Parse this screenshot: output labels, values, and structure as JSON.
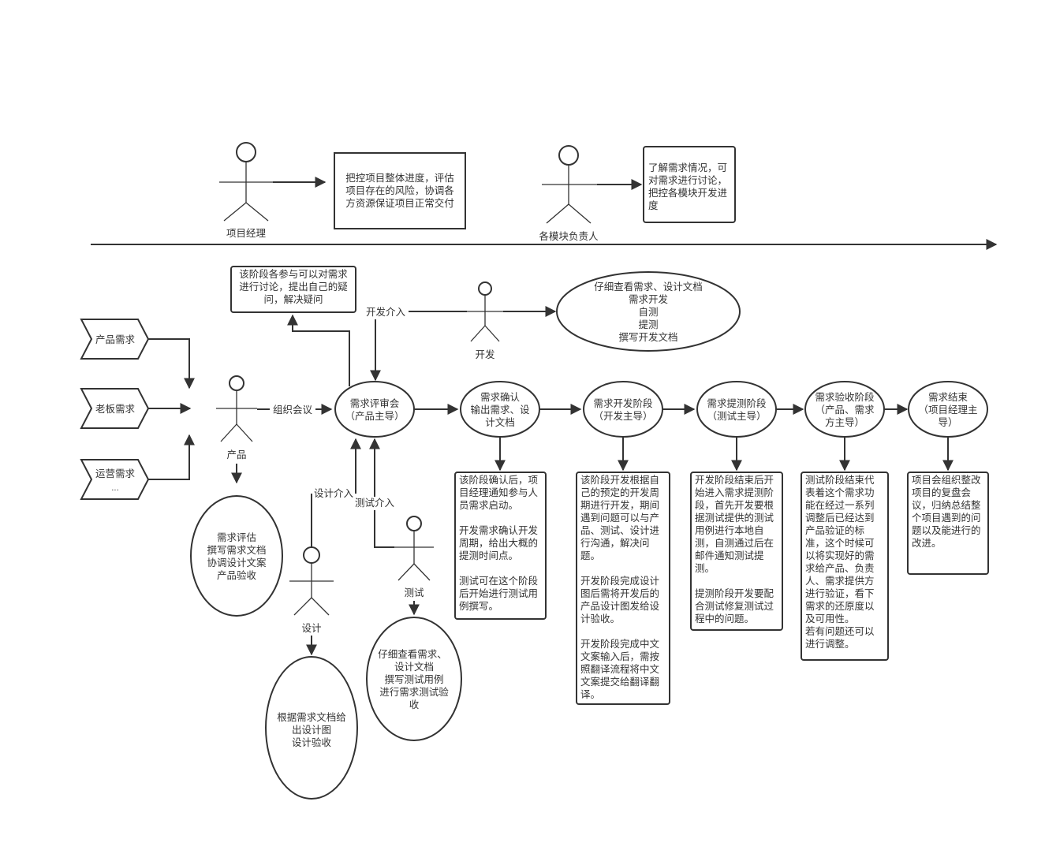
{
  "actors": {
    "pm": "项目经理",
    "module_leads": "各模块负责人",
    "dev": "开发",
    "product": "产品",
    "design": "设计",
    "test": "测试"
  },
  "top_notes": {
    "pm_note": [
      "把控项目整体进度，评估",
      "项目存在的风险，协调各",
      "方资源保证项目正常交付"
    ],
    "leads_note": [
      "了解需求情况，可",
      "对需求进行讨论，",
      "把控各模块开发进",
      "度"
    ]
  },
  "sources": {
    "product_req": "产品需求",
    "boss_req": "老板需求",
    "ops_req": [
      "运营需求",
      "..."
    ]
  },
  "connectors": {
    "organize_meeting": "组织会议",
    "dev_join": "开发介入",
    "design_join": "设计介入",
    "test_join": "测试介入"
  },
  "review_note": [
    "该阶段各参与可以对需求",
    "进行讨论，提出自己的疑",
    "问，解决疑问"
  ],
  "dev_ellipse": [
    "仔细查看需求、设计文档",
    "需求开发",
    "自测",
    "提测",
    "撰写开发文档"
  ],
  "product_ellipse": [
    "需求评估",
    "撰写需求文档",
    "协调设计文案",
    "产品验收"
  ],
  "design_ellipse": [
    "根据需求文档给",
    "出设计图",
    "设计验收"
  ],
  "test_ellipse": [
    "仔细查看需求、",
    "设计文档",
    "撰写测试用例",
    "进行需求测试验",
    "收"
  ],
  "stages": [
    {
      "label": [
        "需求评审会",
        "（产品主导）"
      ]
    },
    {
      "label": [
        "需求确认",
        "输出需求、设",
        "计文档"
      ]
    },
    {
      "label": [
        "需求开发阶段",
        "（开发主导）"
      ]
    },
    {
      "label": [
        "需求提测阶段",
        "（测试主导）"
      ]
    },
    {
      "label": [
        "需求验收阶段",
        "（产品、需求",
        "方主导）"
      ]
    },
    {
      "label": [
        "需求结束",
        "（项目经理主",
        "导）"
      ]
    }
  ],
  "stage_notes": [
    [
      "该阶段确认后，项",
      "目经理通知参与人",
      "员需求启动。",
      "",
      "开发需求确认开发",
      "周期，给出大概的",
      "提测时间点。",
      "",
      "测试可在这个阶段",
      "后开始进行测试用",
      "例撰写。"
    ],
    [
      "该阶段开发根据自",
      "己的预定的开发周",
      "期进行开发，期间",
      "遇到问题可以与产",
      "品、测试、设计进",
      "行沟通，解决问",
      "题。",
      "",
      "开发阶段完成设计",
      "图后需将开发后的",
      "产品设计图发给设",
      "计验收。",
      "",
      "开发阶段完成中文",
      "文案输入后，需按",
      "照翻译流程将中文",
      "文案提交给翻译翻",
      "译。"
    ],
    [
      "开发阶段结束后开",
      "始进入需求提测阶",
      "段，首先开发要根",
      "据测试提供的测试",
      "用例进行本地自",
      "测，自测通过后在",
      "邮件通知测试提",
      "测。",
      "",
      "提测阶段开发要配",
      "合测试修复测试过",
      "程中的问题。"
    ],
    [
      "测试阶段结束代",
      "表着这个需求功",
      "能在经过一系列",
      "调整后已经达到",
      "产品验证的标",
      "准，这个时候可",
      "以将实现好的需",
      "求给产品、负责",
      "人、需求提供方",
      "进行验证，看下",
      "需求的还原度以",
      "及可用性。",
      "若有问题还可以",
      "进行调整。"
    ],
    [
      "项目会组织整改",
      "项目的复盘会",
      "议，归纳总结整",
      "个项目遇到的问",
      "题以及能进行的",
      "改进。"
    ]
  ]
}
